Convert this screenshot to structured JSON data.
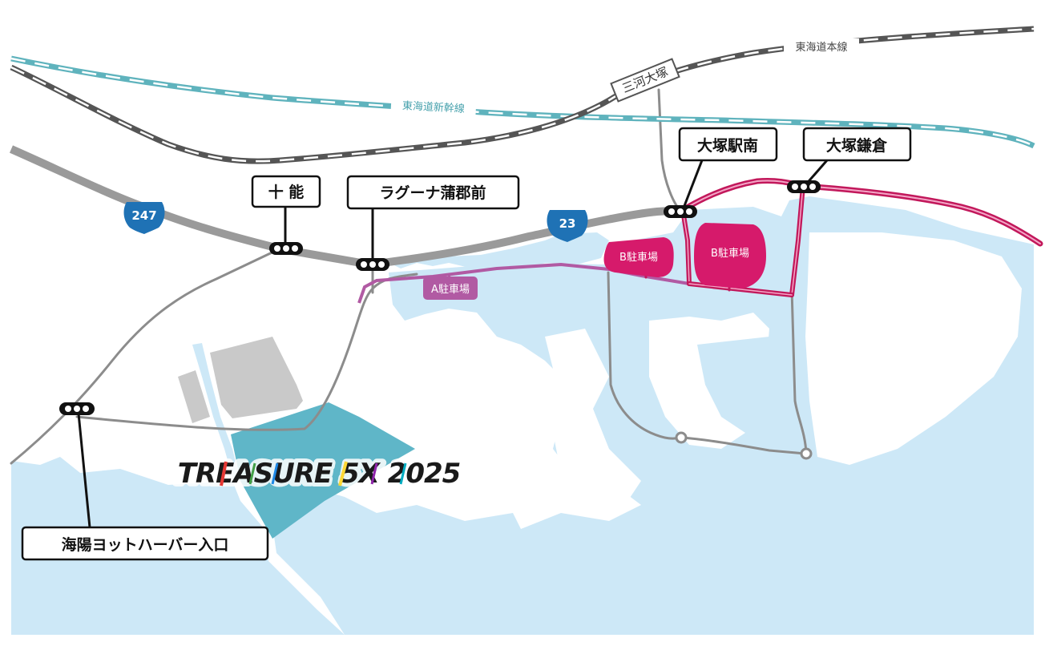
{
  "railways": {
    "shinkansen": "東海道新幹線",
    "main_line": "東海道本線"
  },
  "stations": {
    "mikawa_otsuka": "三河大塚"
  },
  "routes": {
    "r247": "247",
    "r23": "23"
  },
  "intersections": {
    "kano": "十 能",
    "laguna": "ラグーナ蒲郡前",
    "otsuka_eki_minami": "大塚駅南",
    "otsuka_kamakura": "大塚鎌倉",
    "kaiyo_yacht": "海陽ヨットハーバー入口"
  },
  "parking": {
    "a": "A駐車場",
    "b1": "B駐車場",
    "b2": "B駐車場"
  },
  "venue": {
    "logo_text": "TREASURE 5X 2025"
  },
  "colors": {
    "sea": "#cde8f7",
    "road": "#8c8c8c",
    "highway": "#9a9a9a",
    "shinkansen": "#5fb3bd",
    "main_line": "#555555",
    "route_a": "#b15aa3",
    "route_b": "#c2185b",
    "parking_b": "#d61a6b",
    "venue": "#5fb6c8",
    "shield": "#1f72b5"
  }
}
